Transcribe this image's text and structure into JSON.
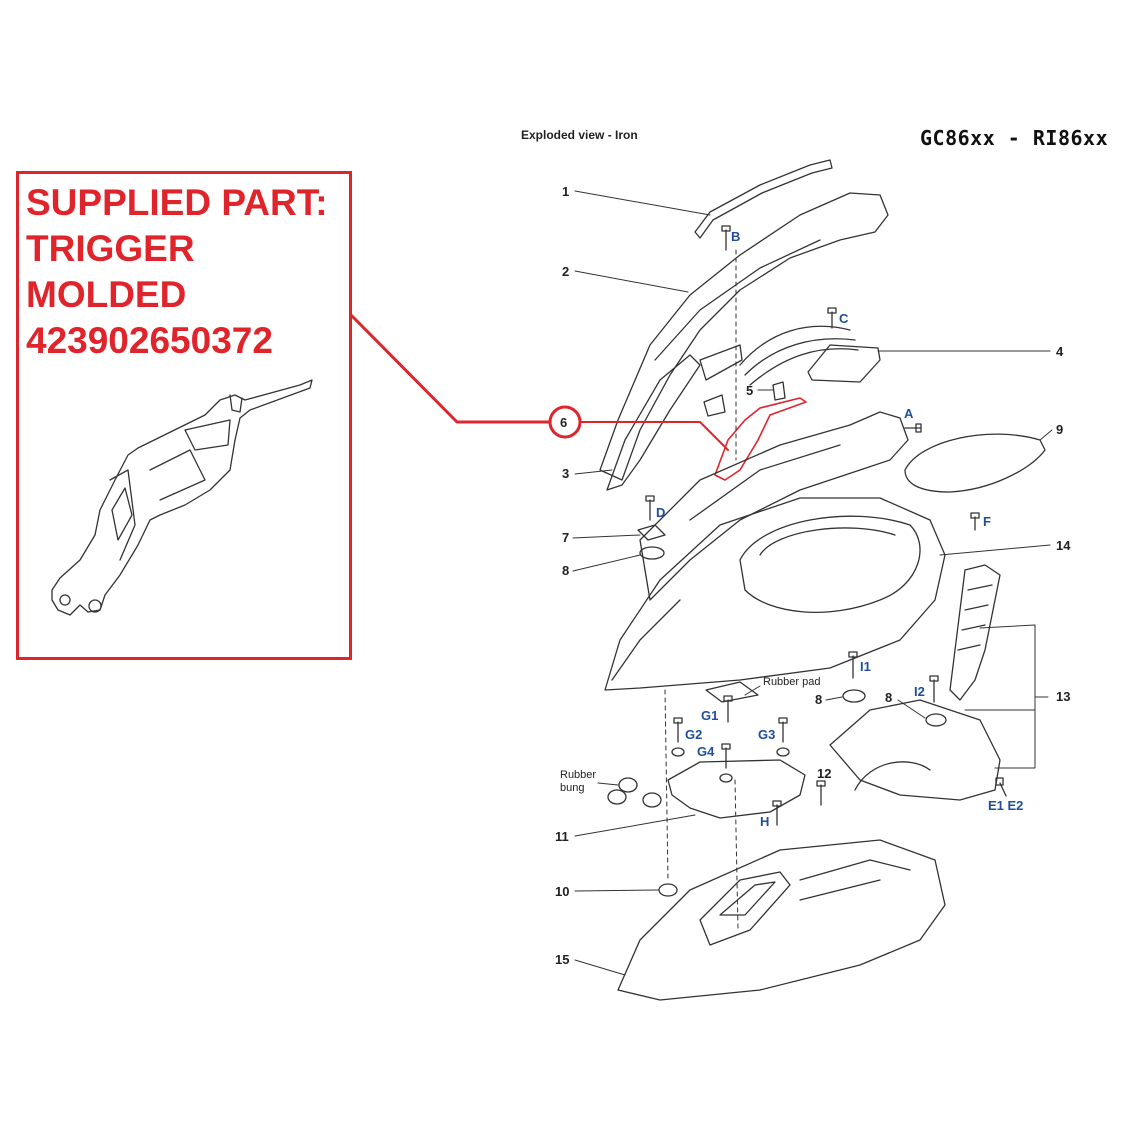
{
  "header": {
    "subtitle": "Exploded view - Iron",
    "model": "GC86xx - RI86xx"
  },
  "supplied_part": {
    "line1": "SUPPLIED PART:",
    "line2": "TRIGGER",
    "line3": "MOLDED",
    "part_number": "423902650372"
  },
  "callouts": {
    "n1": "1",
    "n2": "2",
    "n3": "3",
    "n4": "4",
    "n5": "5",
    "n6": "6",
    "n7": "7",
    "n8a": "8",
    "n8b": "8",
    "n8c": "8",
    "n9": "9",
    "n10": "10",
    "n11": "11",
    "n12": "12",
    "n13": "13",
    "n14": "14",
    "n15": "15"
  },
  "screws": {
    "A": "A",
    "B": "B",
    "C": "C",
    "D": "D",
    "E": "E1 E2",
    "F": "F",
    "G1": "G1",
    "G2": "G2",
    "G3": "G3",
    "G4": "G4",
    "H": "H",
    "I1": "I1",
    "I2": "I2"
  },
  "labels": {
    "rubber_pad": "Rubber pad",
    "rubber_bung_1": "Rubber",
    "rubber_bung_2": "bung"
  },
  "colors": {
    "highlight": "#e0242c",
    "screw_label": "#1f4e9c",
    "line": "#333333"
  }
}
